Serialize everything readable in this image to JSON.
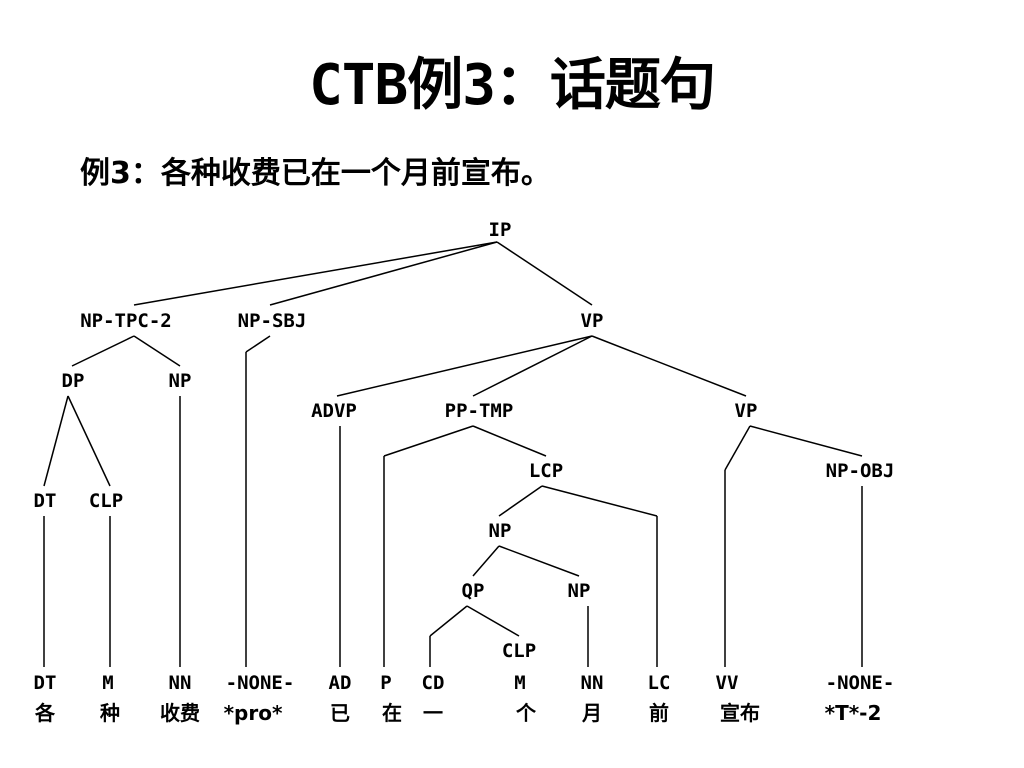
{
  "title": "CTB例3：话题句",
  "subtitle": "例3：各种收费已在一个月前宣布。",
  "nodes": {
    "ip": "IP",
    "np_tpc": "NP-TPC-2",
    "np_sbj": "NP-SBJ",
    "vp_top": "VP",
    "dp": "DP",
    "np_a": "NP",
    "advp": "ADVP",
    "pp_tmp": "PP-TMP",
    "vp_low": "VP",
    "lcp": "LCP",
    "np_obj": "NP-OBJ",
    "dt_mid": "DT",
    "clp_a": "CLP",
    "np_b": "NP",
    "qp": "QP",
    "np_c": "NP",
    "clp_b": "CLP"
  },
  "pos": [
    "DT",
    "M",
    "NN",
    "-NONE-",
    "AD",
    "P",
    "CD",
    "M",
    "NN",
    "LC",
    "VV",
    "-NONE-"
  ],
  "words": [
    "各",
    "种",
    "收费",
    "*pro*",
    "已",
    "在",
    "一",
    "个",
    "月",
    "前",
    "宣布",
    "*T*-2"
  ]
}
